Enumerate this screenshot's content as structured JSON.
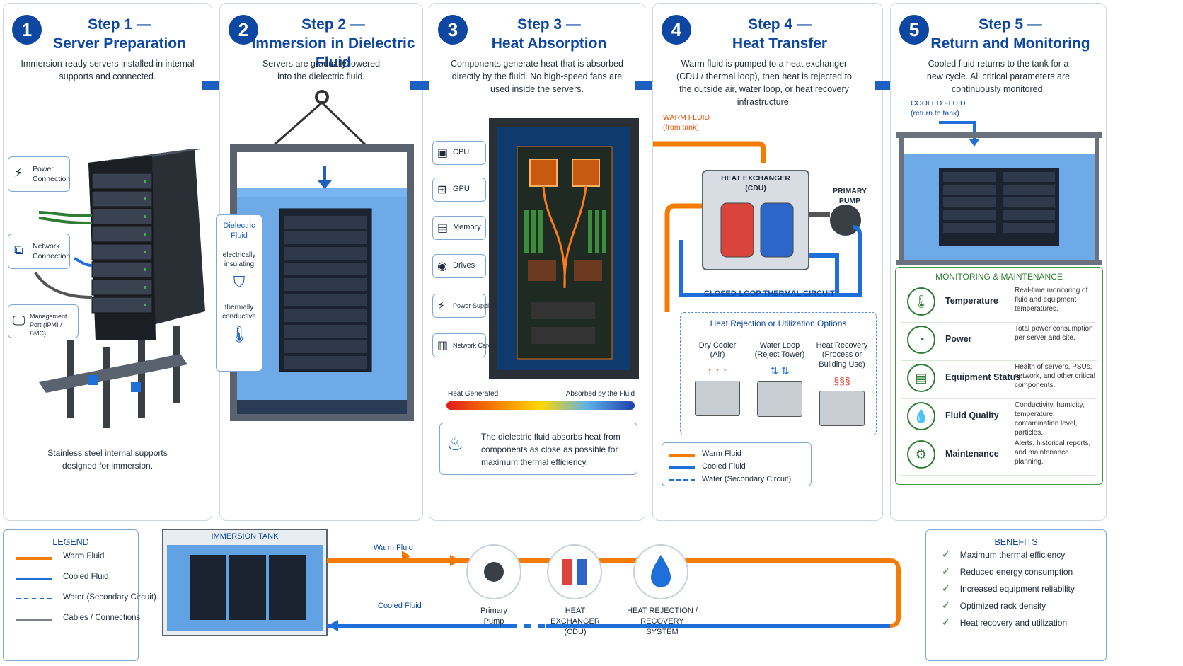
{
  "steps": [
    {
      "num": "1",
      "title": "Step 1 —",
      "subtitle": "Server Preparation",
      "desc": "Immersion-ready servers installed in internal supports and connected."
    },
    {
      "num": "2",
      "title": "Step 2 —",
      "subtitle": "Immersion in Dielectric Fluid",
      "desc": "Servers are gradually lowered into the dielectric fluid."
    },
    {
      "num": "3",
      "title": "Step 3 —",
      "subtitle": "Heat Absorption",
      "desc": "Components generate heat that is absorbed directly by the fluid. No high-speed fans are used inside the servers."
    },
    {
      "num": "4",
      "title": "Step 4 —",
      "subtitle": "Heat Transfer",
      "desc": "Warm fluid is pumped to a heat exchanger (CDU / thermal loop), then heat is rejected to the outside air, water loop, or heat recovery infrastructure."
    },
    {
      "num": "5",
      "title": "Step 5 —",
      "subtitle": "Return and Monitoring",
      "desc": "Cooled fluid returns to the tank for a new cycle. All critical parameters are continuously monitored."
    }
  ],
  "step1": {
    "power_label": "Power Connection",
    "network_label": "Network Connection",
    "mgmt_label": "Management Port (IPMI / BMC)",
    "caption": "Stainless steel internal supports designed for immersion."
  },
  "step2": {
    "fluid_title": "Dielectric Fluid",
    "prop1": "electrically insulating",
    "prop2": "thermally conductive"
  },
  "step3": {
    "components": [
      "CPU",
      "GPU",
      "Memory",
      "Drives",
      "Power Supplies",
      "Network Cards"
    ],
    "heat_generated": "Heat Generated",
    "absorbed": "Absorbed by the Fluid",
    "note": "The dielectric fluid absorbs heat from components as close as possible for maximum thermal efficiency."
  },
  "step4": {
    "warm_fluid": "WARM FLUID",
    "from_tank": "(from tank)",
    "hx_title": "HEAT EXCHANGER",
    "hx_sub": "(CDU)",
    "pump": "PRIMARY PUMP",
    "loop": "CLOSED-LOOP THERMAL CIRCUIT",
    "options_title": "Heat Rejection or Utilization Options",
    "options": [
      {
        "name": "Dry Cooler",
        "sub": "(Air)"
      },
      {
        "name": "Water Loop",
        "sub": "(Reject Tower)"
      },
      {
        "name": "Heat Recovery",
        "sub": "(Process or Building Use)"
      }
    ],
    "legend": [
      "Warm Fluid",
      "Cooled Fluid",
      "Water (Secondary Circuit)"
    ]
  },
  "step5": {
    "cooled_fluid": "COOLED FLUID",
    "return_tank": "(return to tank)",
    "monitor_title": "MONITORING & MAINTENANCE",
    "rows": [
      {
        "name": "Temperature",
        "desc": "Real-time monitoring of fluid and equipment temperatures."
      },
      {
        "name": "Power",
        "desc": "Total power consumption per server and site."
      },
      {
        "name": "Equipment Status",
        "desc": "Health of servers, PSUs, network, and other critical components."
      },
      {
        "name": "Fluid Quality",
        "desc": "Conductivity, humidity, temperature, contamination level, particles."
      },
      {
        "name": "Maintenance",
        "desc": "Alerts, historical reports, and maintenance planning."
      }
    ]
  },
  "legend": {
    "title": "LEGEND",
    "items": [
      "Warm Fluid",
      "Cooled Fluid",
      "Water (Secondary Circuit)",
      "Cables / Connections"
    ]
  },
  "flow": {
    "tank": "IMMERSION TANK",
    "warm": "Warm Fluid",
    "cooled": "Cooled Fluid",
    "pump": "Primary Pump",
    "hx": "HEAT EXCHANGER (CDU)",
    "rejection": "HEAT REJECTION / RECOVERY SYSTEM"
  },
  "benefits": {
    "title": "BENEFITS",
    "items": [
      "Maximum thermal efficiency",
      "Reduced energy consumption",
      "Increased equipment reliability",
      "Optimized rack density",
      "Heat recovery and utilization"
    ]
  },
  "colors": {
    "blue": "#0d47a1",
    "warm": "#f57c00",
    "cool": "#1e6fd9",
    "green": "#2e7d32"
  }
}
